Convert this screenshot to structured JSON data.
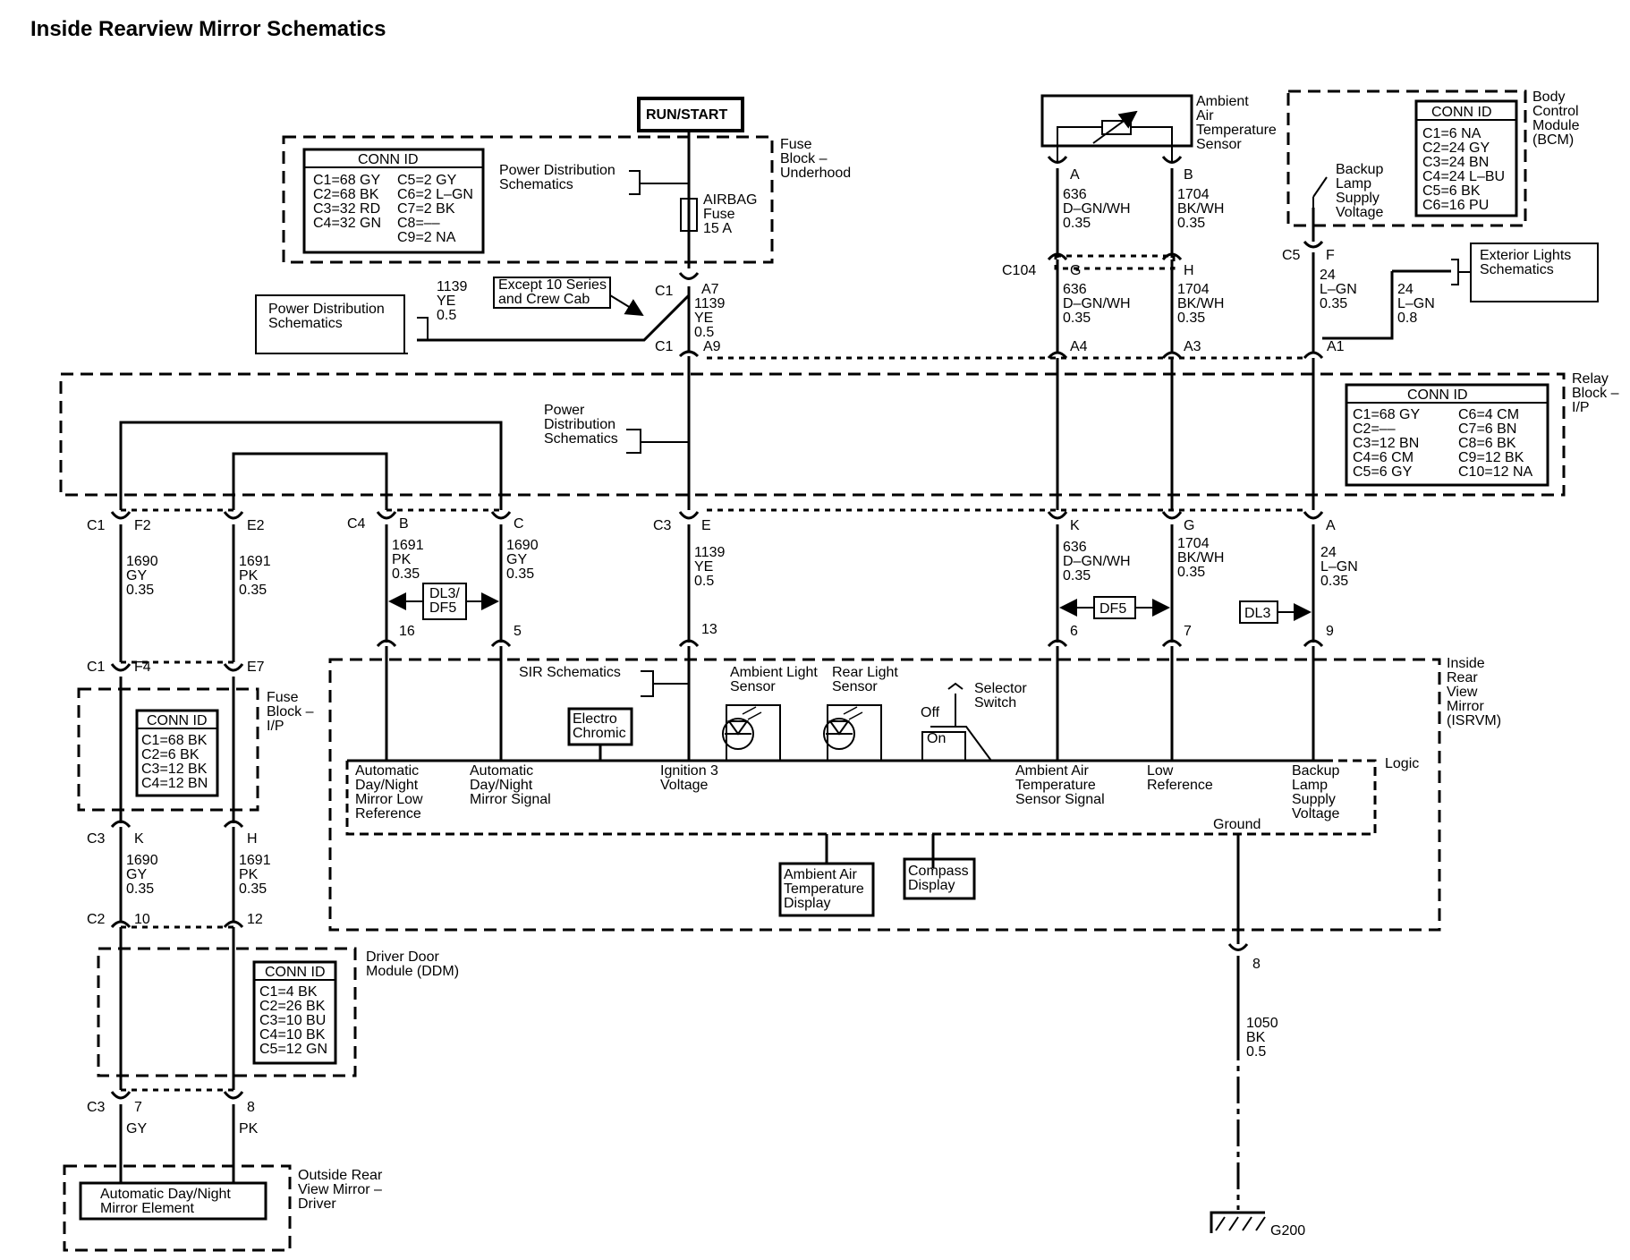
{
  "title": "Inside Rearview Mirror Schematics",
  "run_start": "RUN/START",
  "fuse_block_underhood": {
    "label": [
      "Fuse",
      "Block –",
      "Underhood"
    ],
    "conn_title": "CONN ID",
    "conn_left": [
      "C1=68 GY",
      "C2=68 BK",
      "C3=32 RD",
      "C4=32 GN"
    ],
    "conn_right": [
      "C5=2 GY",
      "C6=2 L–GN",
      "C7=2 BK",
      "C8=––",
      "C9=2 NA"
    ],
    "power_dist": [
      "Power Distribution",
      "Schematics"
    ],
    "fuse": [
      "AIRBAG",
      "Fuse",
      "15 A"
    ]
  },
  "power_dist_left": [
    "Power Distribution",
    "Schematics"
  ],
  "wire_1139_left": [
    "1139",
    "YE",
    "0.5"
  ],
  "except_note": [
    "Except 10 Series",
    "and Crew Cab"
  ],
  "c1_a7": {
    "c": "C1",
    "pin": "A7",
    "wire": [
      "1139",
      "YE",
      "0.5"
    ]
  },
  "c1_a9": {
    "c": "C1",
    "pin": "A9"
  },
  "relay_block": {
    "label": [
      "Relay",
      "Block –",
      "I/P"
    ],
    "conn_title": "CONN ID",
    "conn_left": [
      "C1=68 GY",
      "C2=––",
      "C3=12 BN",
      "C4=6 CM",
      "C5=6 GY"
    ],
    "conn_right": [
      "C6=4 CM",
      "C7=6 BN",
      "C8=6 BK",
      "C9=12 BK",
      "C10=12 NA"
    ],
    "power_dist": [
      "Power",
      "Distribution",
      "Schematics"
    ]
  },
  "ambient_sensor": {
    "label": [
      "Ambient",
      "Air",
      "Temperature",
      "Sensor"
    ],
    "pin_a": "A",
    "pin_b": "B",
    "wire_a": [
      "636",
      "D–GN/WH",
      "0.35"
    ],
    "wire_b": [
      "1704",
      "BK/WH",
      "0.35"
    ]
  },
  "c104": {
    "c": "C104",
    "pin_g": "G",
    "pin_h": "H",
    "wire_g": [
      "636",
      "D–GN/WH",
      "0.35"
    ],
    "wire_h": [
      "1704",
      "BK/WH",
      "0.35"
    ],
    "pin_a4": "A4",
    "pin_a3": "A3"
  },
  "bcm": {
    "label": [
      "Body",
      "Control",
      "Module",
      "(BCM)"
    ],
    "conn_title": "CONN ID",
    "conn": [
      "C1=6 NA",
      "C2=24 GY",
      "C3=24 BN",
      "C4=24 L–BU",
      "C5=6 BK",
      "C6=16 PU"
    ],
    "switch_label": [
      "Backup",
      "Lamp",
      "Supply",
      "Voltage"
    ],
    "c5": "C5",
    "pin": "F",
    "wire_f": [
      "24",
      "L–GN",
      "0.35"
    ],
    "wire_ext": [
      "24",
      "L–GN",
      "0.8"
    ],
    "a1": "A1"
  },
  "exterior_lights": [
    "Exterior Lights",
    "Schematics"
  ],
  "lower_connectors": {
    "c1": "C1",
    "f2": "F2",
    "e2": "E2",
    "c4": "C4",
    "b": "B",
    "c": "C",
    "c3": "C3",
    "e": "E",
    "k": "K",
    "g": "G",
    "a": "A",
    "w_f2": [
      "1690",
      "GY",
      "0.35"
    ],
    "w_e2": [
      "1691",
      "PK",
      "0.35"
    ],
    "w_b": [
      "1691",
      "PK",
      "0.35"
    ],
    "w_c": [
      "1690",
      "GY",
      "0.35"
    ],
    "w_e": [
      "1139",
      "YE",
      "0.5"
    ],
    "w_k": [
      "636",
      "D–GN/WH",
      "0.35"
    ],
    "w_g": [
      "1704",
      "BK/WH",
      "0.35"
    ],
    "w_a": [
      "24",
      "L–GN",
      "0.35"
    ],
    "dl3df5": [
      "DL3/",
      "DF5"
    ],
    "df5": "DF5",
    "dl3": "DL3",
    "p16": "16",
    "p5": "5",
    "p13": "13",
    "p6": "6",
    "p7": "7",
    "p9": "9"
  },
  "isrvm": {
    "label": [
      "Inside",
      "Rear",
      "View",
      "Mirror",
      "(ISRVM)"
    ],
    "sir": "SIR Schematics",
    "electro": [
      "Electro",
      "Chromic"
    ],
    "ambient_light": [
      "Ambient Light",
      "Sensor"
    ],
    "rear_light": [
      "Rear Light",
      "Sensor"
    ],
    "selector": [
      "Selector",
      "Switch"
    ],
    "off": "Off",
    "on": "On",
    "logic": "Logic",
    "t1": [
      "Automatic",
      "Day/Night",
      "Mirror Low",
      "Reference"
    ],
    "t2": [
      "Automatic",
      "Day/Night",
      "Mirror Signal"
    ],
    "t3": [
      "Ignition 3",
      "Voltage"
    ],
    "t4": [
      "Ambient Air",
      "Temperature",
      "Sensor Signal"
    ],
    "t5": [
      "Low",
      "Reference"
    ],
    "t6": [
      "Backup",
      "Lamp",
      "Supply",
      "Voltage"
    ],
    "ground": "Ground",
    "disp1": [
      "Ambient Air",
      "Temperature",
      "Display"
    ],
    "disp2": [
      "Compass",
      "Display"
    ],
    "p8": "8"
  },
  "ground_wire": [
    "1050",
    "BK",
    "0.5"
  ],
  "g200": "G200",
  "fuse_block_ip": {
    "label": [
      "Fuse",
      "Block –",
      "I/P"
    ],
    "c1": "C1",
    "f4": "F4",
    "e7": "E7",
    "conn_title": "CONN ID",
    "conn": [
      "C1=68 BK",
      "C2=6 BK",
      "C3=12 BK",
      "C4=12 BN"
    ],
    "c3": "C3",
    "k": "K",
    "h": "H",
    "w_k": [
      "1690",
      "GY",
      "0.35"
    ],
    "w_h": [
      "1691",
      "PK",
      "0.35"
    ],
    "c2": "C2",
    "p10": "10",
    "p12": "12"
  },
  "ddm": {
    "label": [
      "Driver Door",
      "Module (DDM)"
    ],
    "conn_title": "CONN ID",
    "conn": [
      "C1=4 BK",
      "C2=26 BK",
      "C3=10 BU",
      "C4=10 BK",
      "C5=12 GN"
    ],
    "c3": "C3",
    "p7": "7",
    "p8": "8",
    "w7": "GY",
    "w8": "PK"
  },
  "ormd": {
    "label": [
      "Outside Rear",
      "View Mirror –",
      "Driver"
    ],
    "element": [
      "Automatic Day/Night",
      "Mirror Element"
    ]
  }
}
